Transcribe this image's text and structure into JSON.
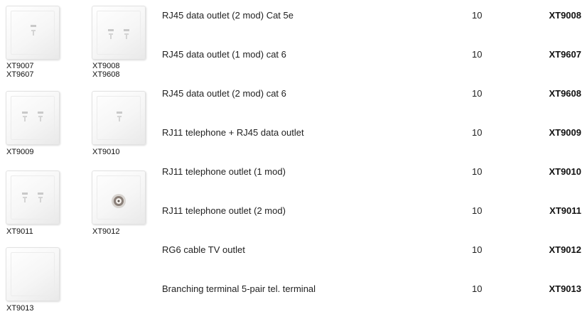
{
  "thumbnails": [
    {
      "codes": [
        "XT9007",
        "XT9607"
      ],
      "icon": "single-rj45-port"
    },
    {
      "codes": [
        "XT9008",
        "XT9608"
      ],
      "icon": "double-rj45-port"
    },
    {
      "codes": [
        "XT9009"
      ],
      "icon": "double-port"
    },
    {
      "codes": [
        "XT9010"
      ],
      "icon": "single-port"
    },
    {
      "codes": [
        "XT9011"
      ],
      "icon": "double-port"
    },
    {
      "codes": [
        "XT9012"
      ],
      "icon": "coax-tv-port"
    },
    {
      "codes": [
        "XT9013"
      ],
      "icon": "blank-plate"
    }
  ],
  "products": [
    {
      "description": "RJ45 data outlet (2 mod) Cat 5e",
      "qty": "10",
      "ref": "XT9008"
    },
    {
      "description": "RJ45 data outlet (1 mod) cat 6",
      "qty": "10",
      "ref": "XT9607"
    },
    {
      "description": "RJ45 data outlet (2 mod) cat 6",
      "qty": "10",
      "ref": "XT9608"
    },
    {
      "description": "RJ11 telephone + RJ45 data outlet",
      "qty": "10",
      "ref": "XT9009"
    },
    {
      "description": "RJ11 telephone outlet (1 mod)",
      "qty": "10",
      "ref": "XT9010"
    },
    {
      "description": "RJ11 telephone outlet (2 mod)",
      "qty": "10",
      "ref": "XT9011"
    },
    {
      "description": "RG6 cable TV outlet",
      "qty": "10",
      "ref": "XT9012"
    },
    {
      "description": "Branching terminal 5-pair tel. terminal",
      "qty": "10",
      "ref": "XT9013"
    }
  ]
}
